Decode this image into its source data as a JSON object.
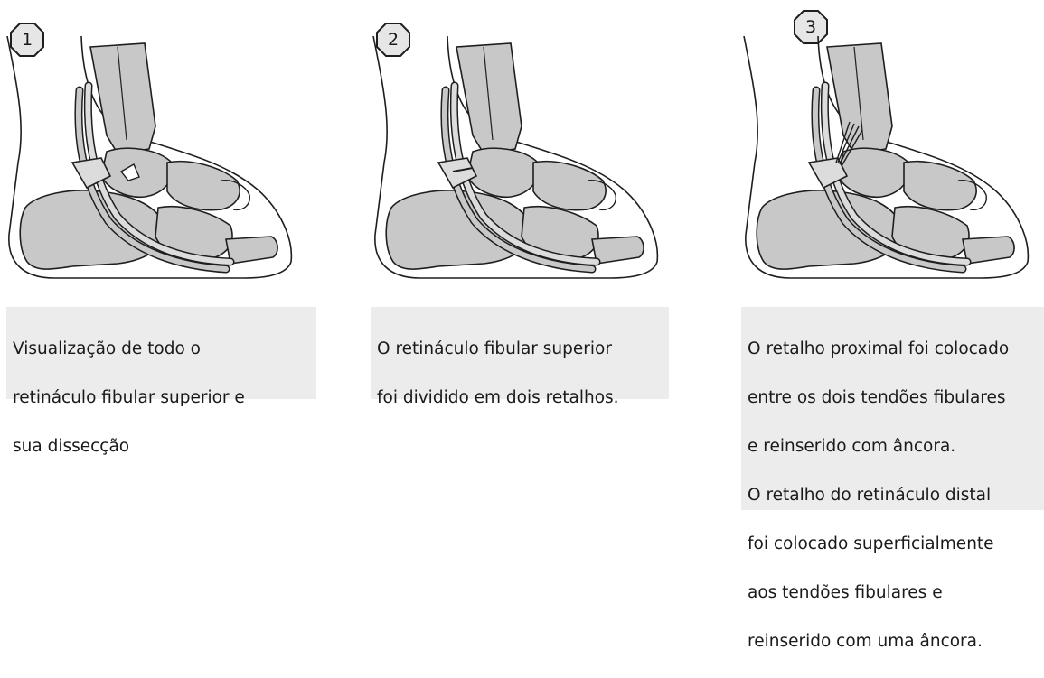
{
  "panels": [
    {
      "number": "1",
      "caption_lines": [
        "Visualização de todo o",
        "retináculo fibular superior e",
        "sua dissecção"
      ]
    },
    {
      "number": "2",
      "caption_lines": [
        "O retináculo fibular superior",
        "foi dividido em dois retalhos."
      ]
    },
    {
      "number": "3",
      "caption_lines": [
        "O retalho proximal foi colocado",
        "entre os dois tendões fibulares",
        "e reinserido com âncora.",
        "O retalho do retináculo distal",
        "foi colocado superficialmente",
        "aos tendões fibulares e",
        "reinserido com uma âncora."
      ]
    }
  ],
  "colors": {
    "bone_fill": "#c8c8c8",
    "outline": "#1e1e1e",
    "caption_bg": "#ececec",
    "badge_fill": "#e6e6e6"
  }
}
